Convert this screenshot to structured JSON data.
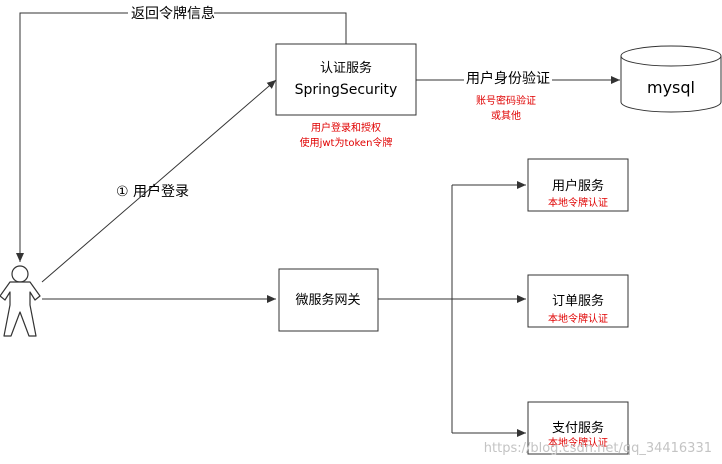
{
  "labels": {
    "return_token": "返回令牌信息",
    "user_login": "① 用户登录",
    "user_identity_verify": "用户身份验证",
    "account_password_verify": "账号密码验证",
    "or_other": "或其他"
  },
  "auth_service": {
    "title": "认证服务",
    "subtitle": "SpringSecurity",
    "note_line1": "用户登录和授权",
    "note_line2": "使用jwt为token令牌"
  },
  "database": {
    "label": "mysql"
  },
  "gateway": {
    "label": "微服务网关"
  },
  "services": [
    {
      "label": "用户服务",
      "note": "本地令牌认证"
    },
    {
      "label": "订单服务",
      "note": "本地令牌认证"
    },
    {
      "label": "支付服务",
      "note": "本地令牌认证"
    }
  ],
  "watermark": "https://blog.csdn.net/qq_34416331",
  "colors": {
    "line": "#333333",
    "note": "#e00000",
    "box_border": "#333333"
  }
}
